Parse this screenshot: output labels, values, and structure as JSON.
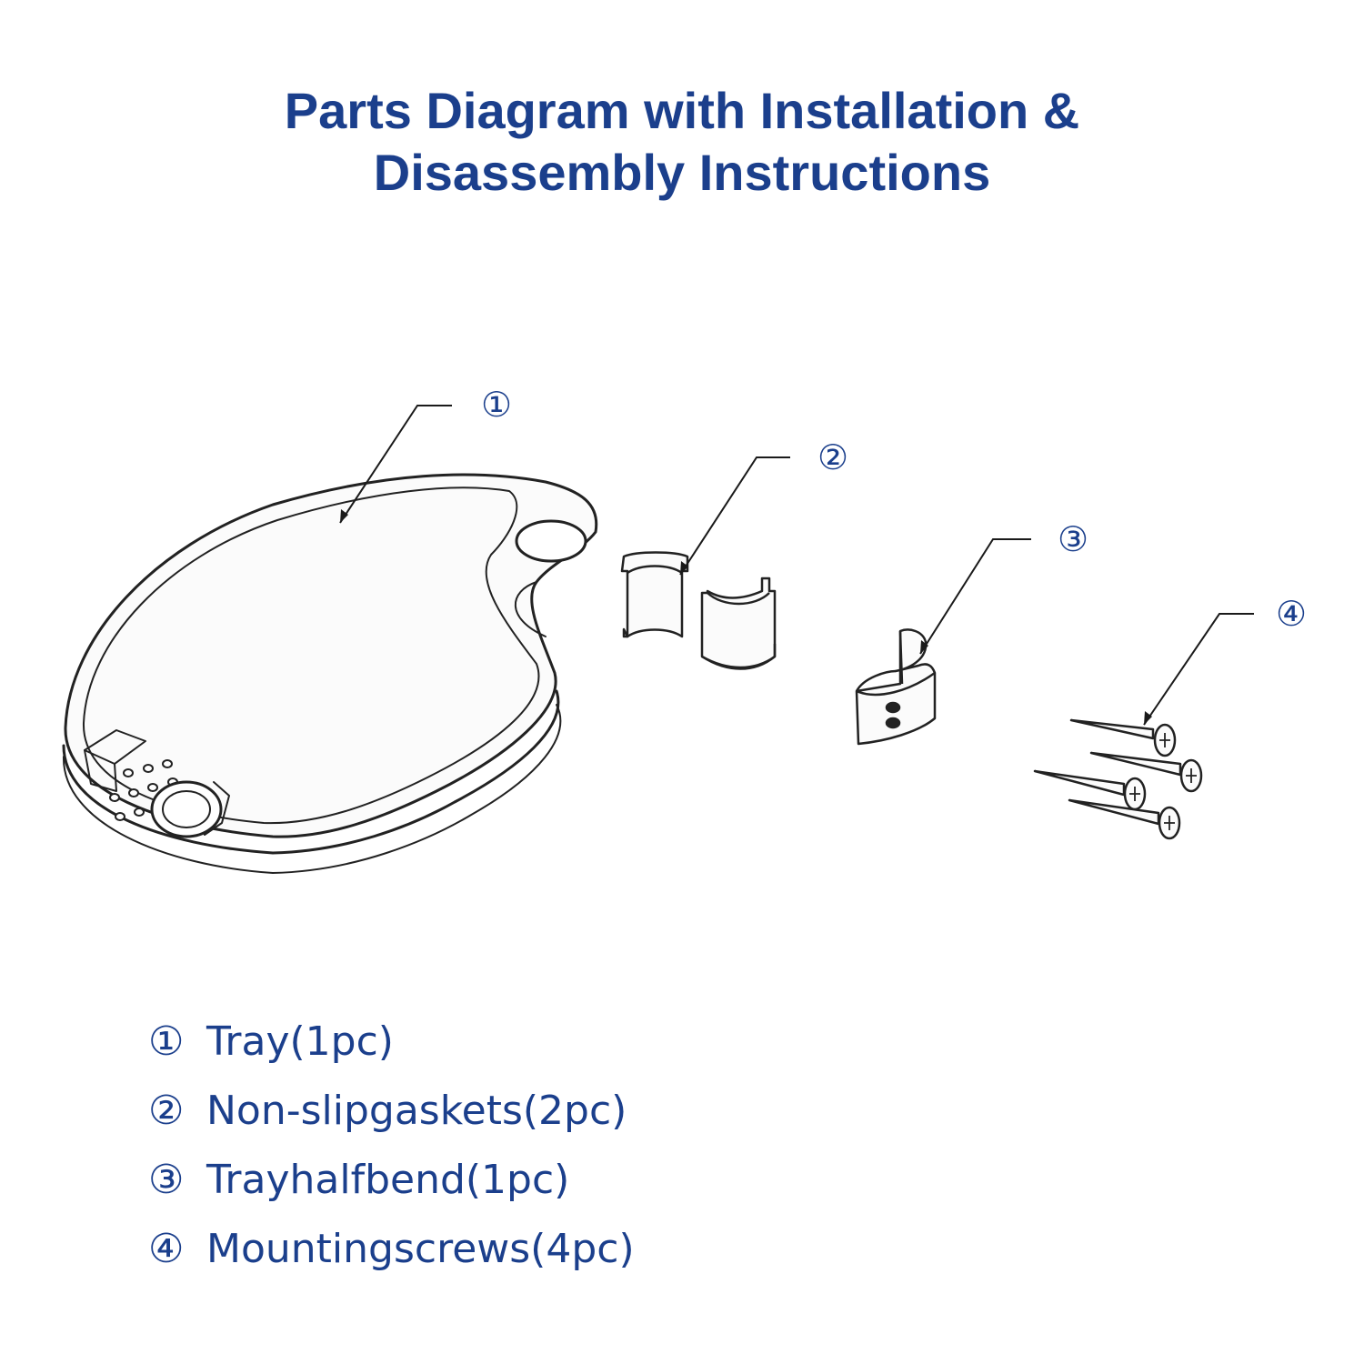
{
  "title": {
    "line1": "Parts Diagram with Installation &",
    "line2": "Disassembly Instructions"
  },
  "callouts": [
    "①",
    "②",
    "③",
    "④"
  ],
  "parts": [
    {
      "num": "①",
      "label": "Tray(1pc)"
    },
    {
      "num": "②",
      "label": "Non-slipgaskets(2pc)"
    },
    {
      "num": "③",
      "label": "Trayhalfbend(1pc)"
    },
    {
      "num": "④",
      "label": "Mountingscrews(4pc)"
    }
  ],
  "colors": {
    "accent": "#1b3f8c",
    "line": "#1a1a1a"
  }
}
